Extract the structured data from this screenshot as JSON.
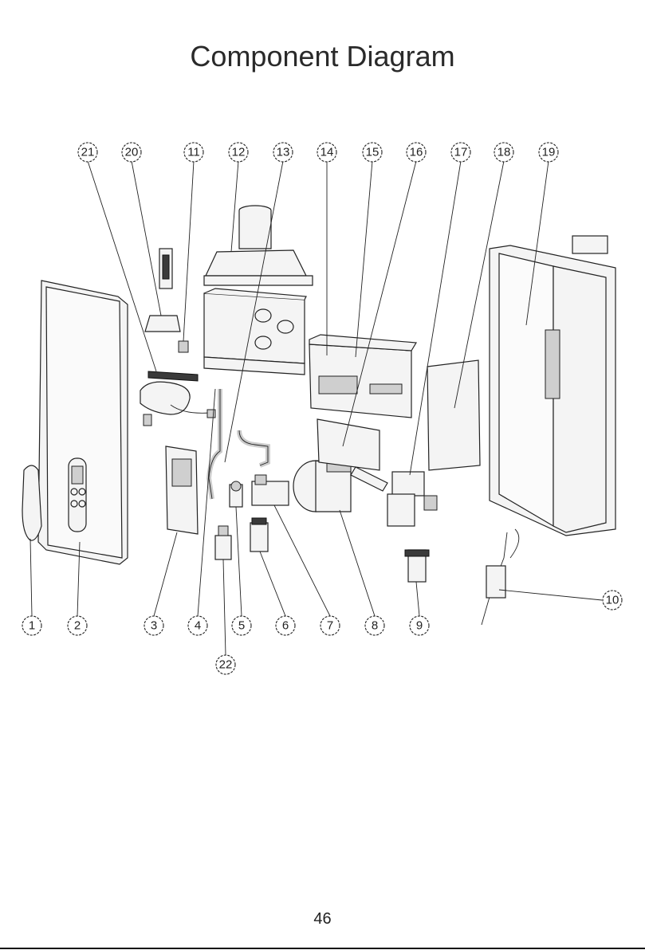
{
  "title": "Component Diagram",
  "page_number": "46",
  "callouts": [
    "21",
    "20",
    "11",
    "12",
    "13",
    "14",
    "15",
    "16",
    "17",
    "18",
    "19",
    "10",
    "1",
    "2",
    "3",
    "4",
    "5",
    "6",
    "7",
    "8",
    "9",
    "22"
  ]
}
